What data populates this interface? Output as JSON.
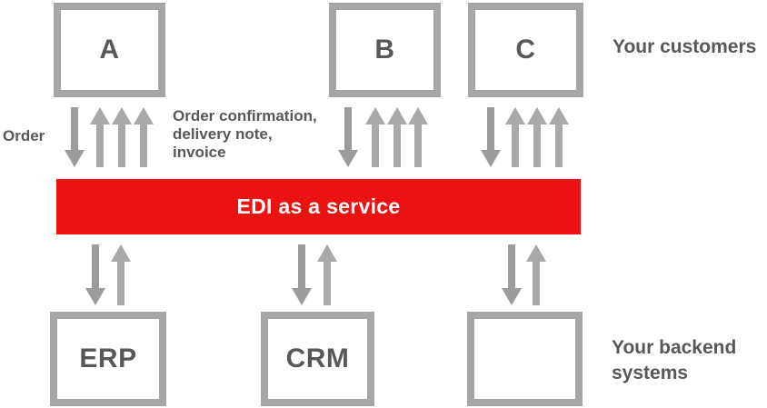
{
  "colors": {
    "accent_red": "#ED1212",
    "box_border_gray": "#A6A6A6",
    "arrow_down_gray": "#9C9C9C",
    "arrow_up_gray": "#A9A9A9",
    "text_dark_gray": "#58585A",
    "banner_text": "#FFFFFF",
    "background": "#FFFFFF"
  },
  "customers": {
    "group_label": "Your customers",
    "boxes": [
      {
        "label": "A"
      },
      {
        "label": "B"
      },
      {
        "label": "C"
      }
    ]
  },
  "flows": {
    "to_service_label": "Order",
    "from_service_lines": [
      "Order confirmation,",
      "delivery note,",
      "invoice"
    ]
  },
  "banner": {
    "label": "EDI as a service"
  },
  "backend": {
    "group_label_lines": [
      "Your backend",
      "systems"
    ],
    "boxes": [
      {
        "label": "ERP"
      },
      {
        "label": "CRM"
      },
      {
        "label": ""
      }
    ]
  }
}
